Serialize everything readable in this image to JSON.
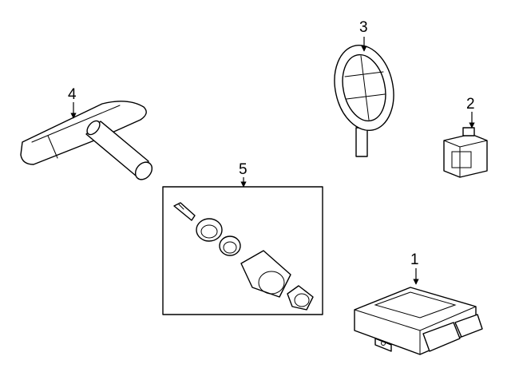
{
  "diagram": {
    "callouts": [
      {
        "id": "callout-1",
        "text": "1"
      },
      {
        "id": "callout-2",
        "text": "2"
      },
      {
        "id": "callout-3",
        "text": "3"
      },
      {
        "id": "callout-4",
        "text": "4"
      },
      {
        "id": "callout-5",
        "text": "5"
      }
    ]
  }
}
